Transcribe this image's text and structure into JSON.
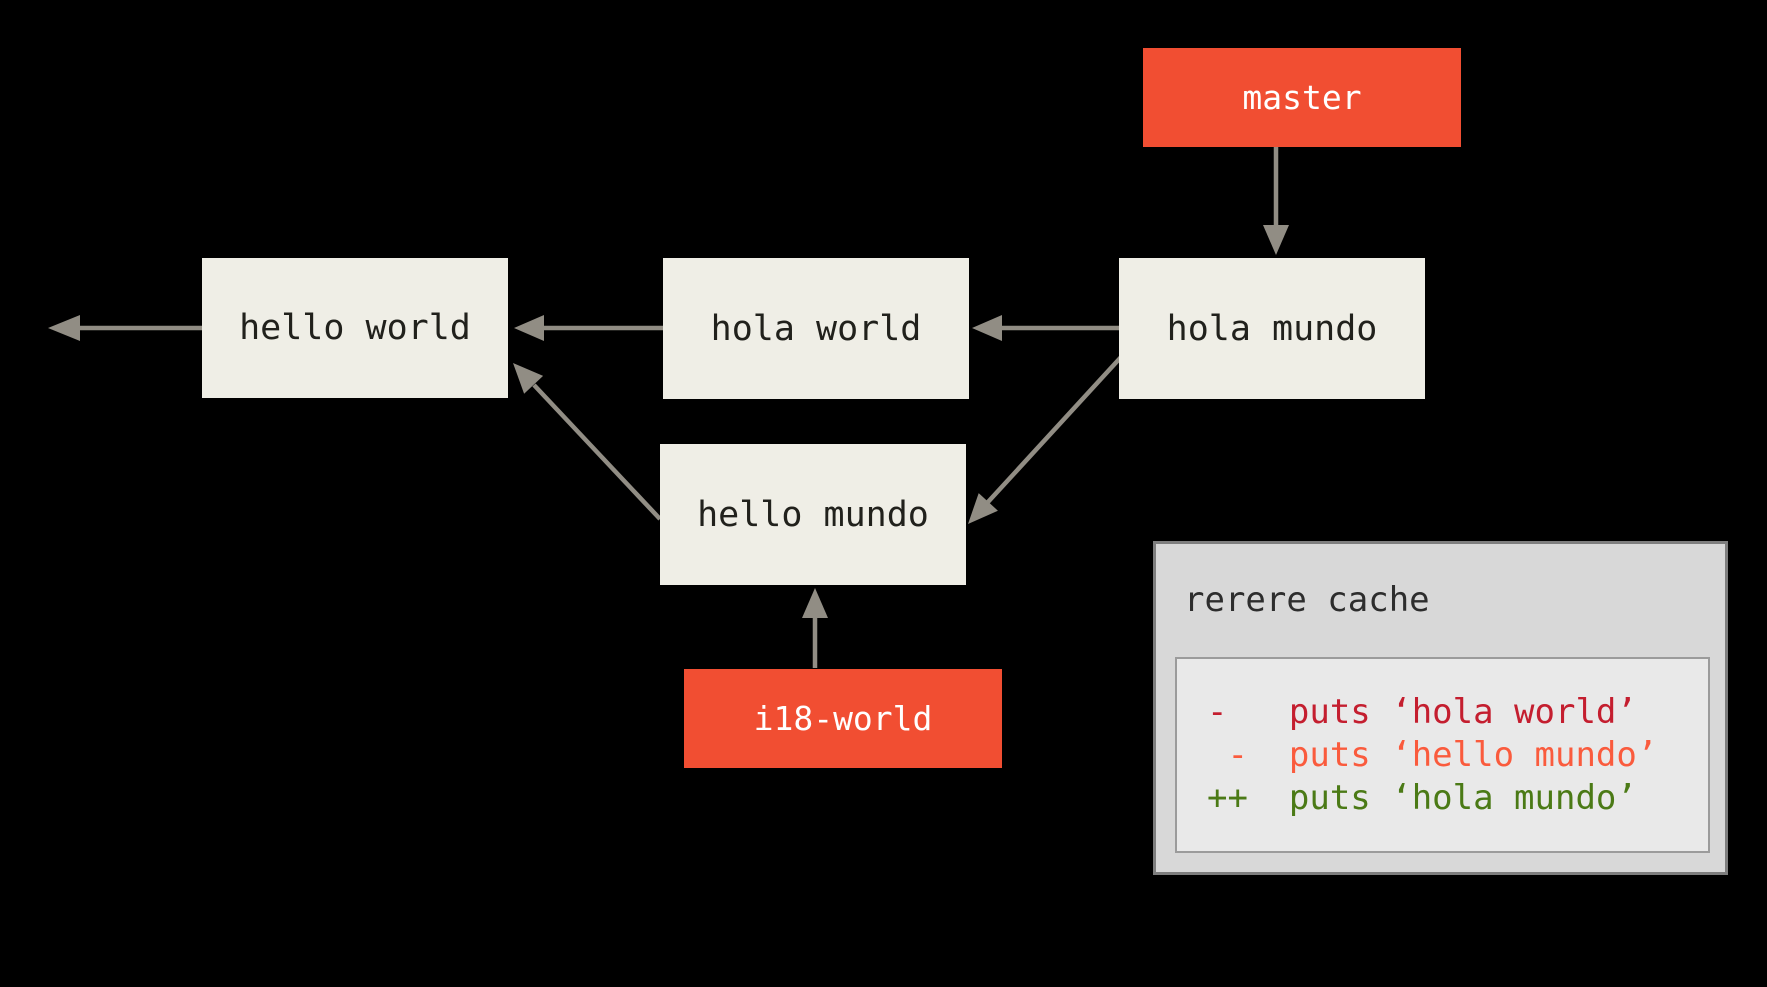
{
  "diagram": {
    "branches": [
      {
        "id": "master",
        "label": "master"
      },
      {
        "id": "i18-world",
        "label": "i18-world"
      }
    ],
    "commits": [
      {
        "id": "hello-world",
        "label": "hello world"
      },
      {
        "id": "hola-world",
        "label": "hola world"
      },
      {
        "id": "hola-mundo",
        "label": "hola mundo"
      },
      {
        "id": "hello-mundo",
        "label": "hello mundo"
      }
    ],
    "edges": [
      "history-continues-left-of-hello-world",
      "hola-world-to-hello-world",
      "hola-mundo-to-hola-world",
      "master-to-hola-mundo",
      "hola-mundo-to-hello-mundo",
      "hello-mundo-to-hello-world",
      "i18-world-to-hello-mundo"
    ],
    "rerere_cache": {
      "title": "rerere cache",
      "lines": [
        {
          "type": "removed-ours",
          "text": "-   puts ‘hola world’",
          "color": "#C41E2F"
        },
        {
          "type": "removed-theirs",
          "text": " -  puts ‘hello mundo’",
          "color": "#FA5B3D"
        },
        {
          "type": "added",
          "text": "++  puts ‘hola mundo’",
          "color": "#4B7A16"
        }
      ]
    }
  },
  "colors": {
    "background": "#000000",
    "accent": "#F14E32",
    "branch-text": "#FFFFFF",
    "commit-fill": "#EFEEE6",
    "commit-text": "#21211C",
    "arrow": "#918D84",
    "panel-fill": "#D8D8D8",
    "panel-border": "#7E7E7E",
    "inner-fill": "#E9E9E9",
    "inner-border": "#9B9B9B",
    "title-text": "#2D2D2D"
  }
}
